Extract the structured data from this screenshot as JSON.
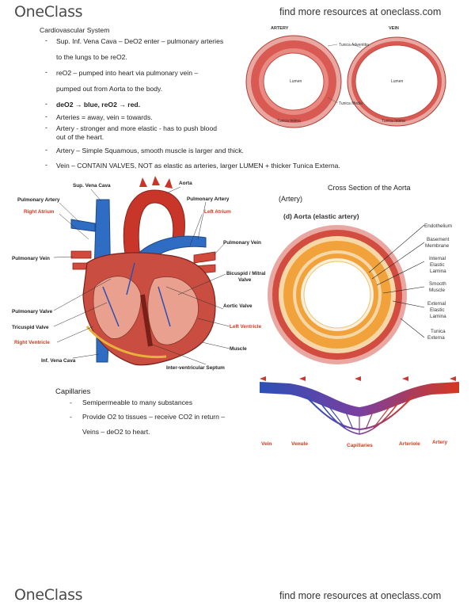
{
  "header": {
    "logo_text": "OneClass",
    "link": "find more resources at oneclass.com"
  },
  "footer": {
    "logo_text": "OneClass",
    "link": "find more resources at oneclass.com"
  },
  "notes": {
    "title": "Cardiovascular System",
    "bullets": [
      "Sup. Inf. Vena Cava – DeO2 enter – pulmonary arteries",
      "to the lungs to be reO2.",
      "reO2 – pumped into heart via pulmonary vein –",
      "pumped out from Aorta to the body.",
      "deO2 → blue, reO2 → red.",
      "Arteries = away, vein = towards.",
      "Artery - stronger and more elastic - has to push blood",
      "out of the heart.",
      "Artery – Simple Squamous, smooth muscle is larger and thick.",
      "Vein – CONTAIN VALVES, NOT as elastic as arteries, larger LUMEN + thicker Tunica Externa."
    ]
  },
  "vessel_fig": {
    "artery_label": "ARTERY",
    "vein_label": "VEIN",
    "tunica_adventitia": "Tunica Adventitia",
    "lumen_a": "Lumen",
    "lumen_v": "Lumen",
    "tunica_media": "Tunica Media",
    "tunica_intima_a": "Tunica Intima",
    "tunica_intima_v": "Tunica Intima"
  },
  "heart_fig": {
    "labels": {
      "aorta": "Aorta",
      "sup_vena_cava": "Sup. Vena Cava",
      "pulm_artery_l": "Pulmonary Artery",
      "pulm_artery_r": "Pulmonary Artery",
      "right_atrium": "Right Atrium",
      "left_atrium": "Left Atrium",
      "pulm_vein_l": "Pulmonary Vein",
      "pulm_vein_r": "Pulmonary Vein",
      "bicuspid": "Bicuspid / Mitral",
      "valve": "Valve",
      "pulm_valve": "Pulmonary Valve",
      "aortic_valve": "Aortic Valve",
      "tricuspid": "Tricuspid Valve",
      "left_ventricle": "Left Ventricle",
      "right_ventricle": "Right Ventricle",
      "muscle": "Muscle",
      "inf_vena_cava": "Inf. Vena Cava",
      "septum": "Inter-ventricular Septum"
    }
  },
  "aorta_fig": {
    "title": "Cross Section of the Aorta",
    "subtitle": "(Artery)",
    "fig_title": "(d) Aorta (elastic artery)",
    "labels": {
      "endothelium": "Endothelium",
      "basement1": "Basement",
      "basement2": "Membrane",
      "internal1": "Internal",
      "internal2": "Elastic",
      "internal3": "Lamina",
      "smooth1": "Smooth",
      "smooth2": "Muscle",
      "external1": "External",
      "external2": "Elastic",
      "external3": "Lamina",
      "tunica1": "Tunica",
      "tunica2": "Externa"
    }
  },
  "capillaries": {
    "title": "Capillaries",
    "bullets": [
      "Semipermeable to many substances",
      "Provide O2 to tissues – receive CO2 in return –",
      "Veins – deO2 to heart."
    ],
    "fig_labels": {
      "vein": "Vein",
      "venule": "Venule",
      "capillaries": "Capillaries",
      "arteriole": "Arteriole",
      "artery": "Artery"
    }
  },
  "colors": {
    "artery_red": "#d4391f",
    "vein_blue": "#2a5fb0"
  }
}
